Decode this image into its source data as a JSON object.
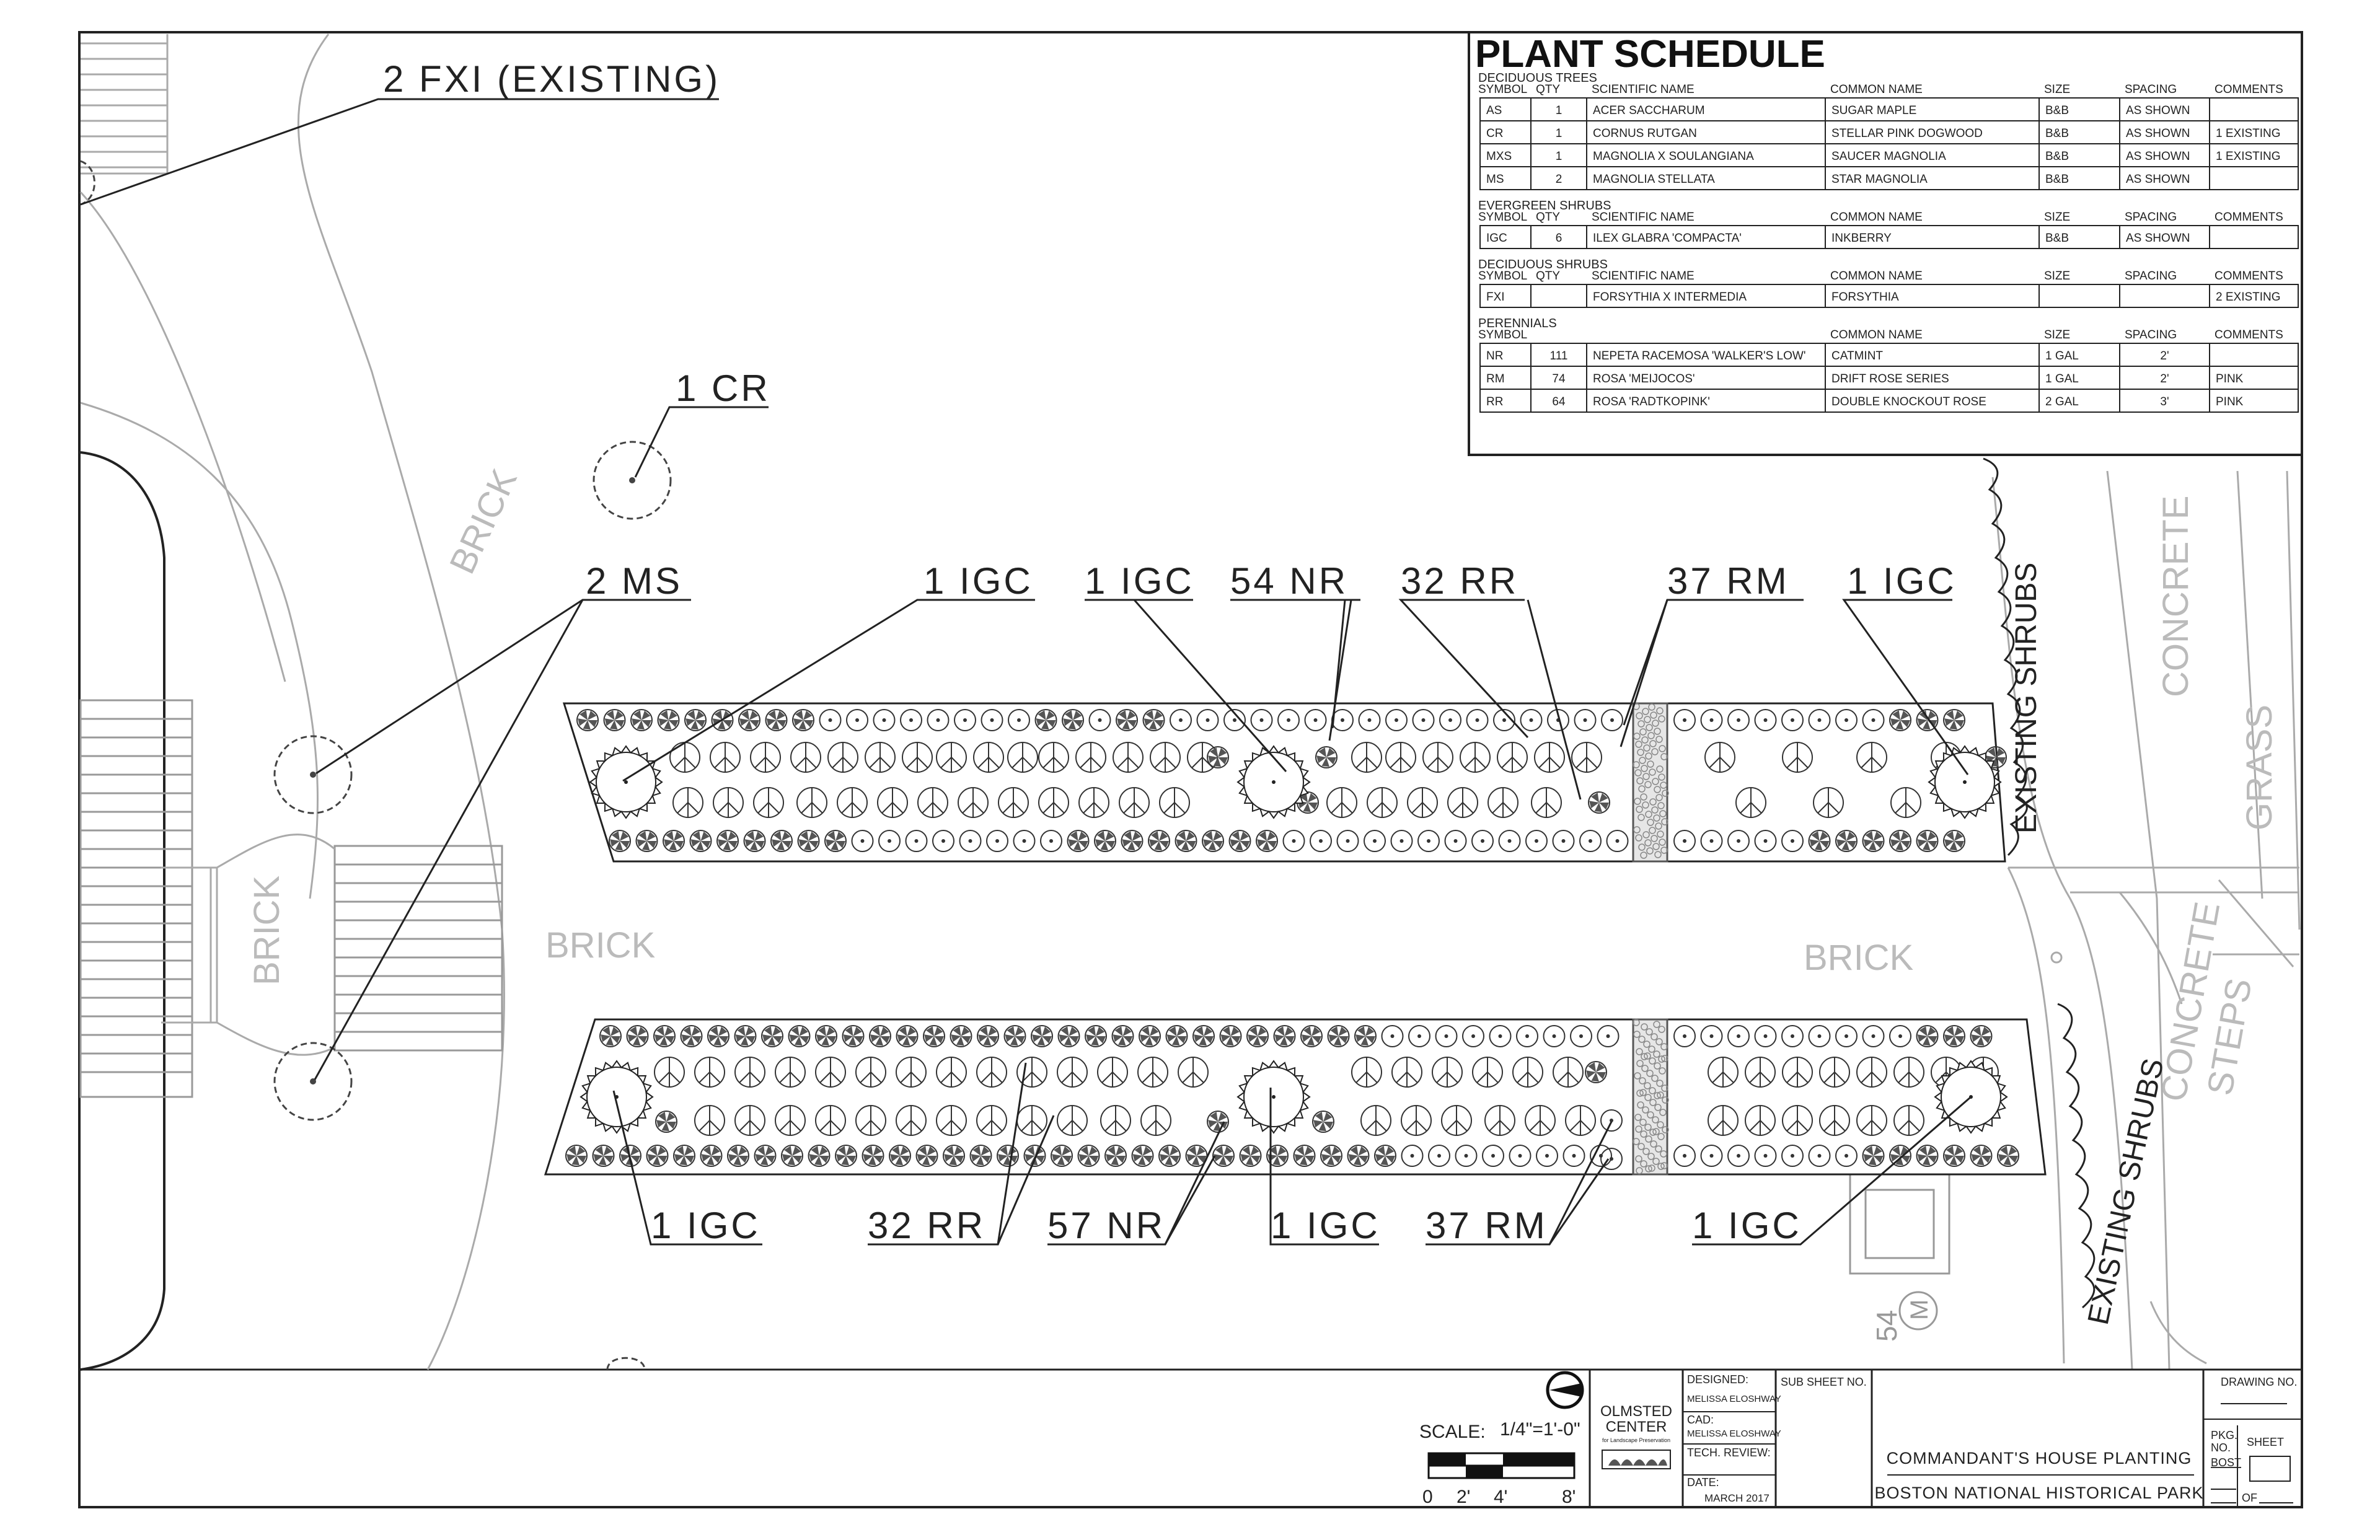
{
  "plant_schedule": {
    "title": "PLANT SCHEDULE",
    "sections": [
      {
        "name": "DECIDUOUS TREES",
        "headers": [
          "SYMBOL",
          "QTY",
          "SCIENTIFIC NAME",
          "COMMON NAME",
          "SIZE",
          "SPACING",
          "COMMENTS"
        ],
        "rows": [
          [
            "AS",
            "1",
            "ACER SACCHARUM",
            "SUGAR MAPLE",
            "B&B",
            "AS SHOWN",
            ""
          ],
          [
            "CR",
            "1",
            "CORNUS RUTGAN",
            "STELLAR PINK DOGWOOD",
            "B&B",
            "AS SHOWN",
            "1 EXISTING"
          ],
          [
            "MXS",
            "1",
            "MAGNOLIA X SOULANGIANA",
            "SAUCER MAGNOLIA",
            "B&B",
            "AS SHOWN",
            "1 EXISTING"
          ],
          [
            "MS",
            "2",
            "MAGNOLIA STELLATA",
            "STAR MAGNOLIA",
            "B&B",
            "AS SHOWN",
            ""
          ]
        ]
      },
      {
        "name": "EVERGREEN SHRUBS",
        "headers": [
          "SYMBOL",
          "QTY",
          "SCIENTIFIC NAME",
          "COMMON NAME",
          "SIZE",
          "SPACING",
          "COMMENTS"
        ],
        "rows": [
          [
            "IGC",
            "6",
            "ILEX GLABRA 'COMPACTA'",
            "INKBERRY",
            "B&B",
            "AS SHOWN",
            ""
          ]
        ]
      },
      {
        "name": "DECIDUOUS SHRUBS",
        "headers": [
          "SYMBOL",
          "QTY",
          "SCIENTIFIC NAME",
          "COMMON NAME",
          "SIZE",
          "SPACING",
          "COMMENTS"
        ],
        "rows": [
          [
            "FXI",
            "",
            "FORSYTHIA X INTERMEDIA",
            "FORSYTHIA",
            "",
            "",
            "2 EXISTING"
          ]
        ]
      },
      {
        "name": "PERENNIALS",
        "headers": [
          "SYMBOL",
          "",
          "",
          "COMMON NAME",
          "SIZE",
          "SPACING",
          "COMMENTS"
        ],
        "rows": [
          [
            "NR",
            "111",
            "NEPETA RACEMOSA 'WALKER'S LOW'",
            "CATMINT",
            "1 GAL",
            "2'",
            ""
          ],
          [
            "RM",
            "74",
            "ROSA 'MEIJOCOS'",
            "DRIFT ROSE SERIES",
            "1 GAL",
            "2'",
            "PINK"
          ],
          [
            "RR",
            "64",
            "ROSA 'RADTKOPINK'",
            "DOUBLE KNOCKOUT ROSE",
            "2 GAL",
            "3'",
            "PINK"
          ]
        ]
      }
    ]
  },
  "callouts": {
    "fxi": "2 FXI (EXISTING)",
    "cr": "1 CR",
    "ms": "2 MS",
    "top_igc_1": "1 IGC",
    "top_igc_2": "1 IGC",
    "top_nr": "54 NR",
    "top_rr": "32 RR",
    "top_rm": "37 RM",
    "top_igc_3": "1 IGC",
    "bot_igc_1": "1 IGC",
    "bot_rr": "32 RR",
    "bot_nr": "57 NR",
    "bot_igc_2": "1 IGC",
    "bot_rm": "37 RM",
    "bot_igc_3": "1 IGC"
  },
  "surface_labels": {
    "brick_curve": "BRICK",
    "brick_left": "BRICK",
    "brick_center": "BRICK",
    "brick_right": "BRICK",
    "concrete": "CONCRETE",
    "grass": "GRASS",
    "concrete_steps_1": "CONCRETE",
    "concrete_steps_2": "STEPS",
    "existing_shrubs_upper": "EXISTING SHRUBS",
    "existing_shrubs_lower": "EXISTING SHRUBS",
    "marker_number": "54",
    "marker_letter": "M"
  },
  "title_block": {
    "scale_label": "SCALE:",
    "scale_value": "1/4\"=1'-0\"",
    "scale_ticks": [
      "0",
      "2'",
      "4'",
      "8'"
    ],
    "logo_line1": "OLMSTED",
    "logo_line2": "CENTER",
    "logo_line3": "for Landscape Preservation",
    "designed_label": "DESIGNED:",
    "designed_value": "MELISSA ELOSHWAY",
    "cad_label": "CAD:",
    "cad_value": "MELISSA ELOSHWAY",
    "tech_review_label": "TECH. REVIEW:",
    "date_label": "DATE:",
    "date_value": "MARCH 2017",
    "sub_sheet_label": "SUB SHEET NO.",
    "project_title": "COMMANDANT'S HOUSE PLANTING",
    "project_park": "BOSTON NATIONAL HISTORICAL PARK",
    "drawing_no_label": "DRAWING NO.",
    "pkg_label_1": "PKG.",
    "pkg_label_2": "NO.",
    "pkg_value": "BOST",
    "sheet_label": "SHEET",
    "of_label": "OF"
  }
}
